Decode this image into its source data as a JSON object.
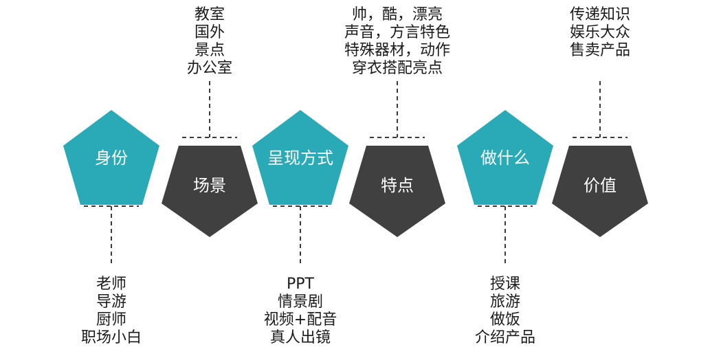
{
  "colors": {
    "teal": "#2aaab6",
    "dark": "#404040",
    "line": "#3a3a3a"
  },
  "nodes": [
    {
      "label": "身份",
      "style": "teal-up",
      "notes": [
        "老师",
        "导游",
        "厨师",
        "职场小白"
      ],
      "notes_side": "below"
    },
    {
      "label": "场景",
      "style": "dark-down",
      "notes": [
        "教室",
        "国外",
        "景点",
        "办公室"
      ],
      "notes_side": "above"
    },
    {
      "label": "呈现方式",
      "style": "teal-up",
      "notes": [
        "PPT",
        "情景剧",
        "视频+配音",
        "真人出镜"
      ],
      "notes_side": "below"
    },
    {
      "label": "特点",
      "style": "dark-down",
      "notes": [
        "帅，酷，漂亮",
        "声音，方言特色",
        "特殊器材，动作",
        "穿衣搭配亮点"
      ],
      "notes_side": "above"
    },
    {
      "label": "做什么",
      "style": "teal-up",
      "notes": [
        "授课",
        "旅游",
        "做饭",
        "介绍产品"
      ],
      "notes_side": "below"
    },
    {
      "label": "价值",
      "style": "dark-down",
      "notes": [
        "传递知识",
        "娱乐大众",
        "售卖产品"
      ],
      "notes_side": "above"
    }
  ]
}
